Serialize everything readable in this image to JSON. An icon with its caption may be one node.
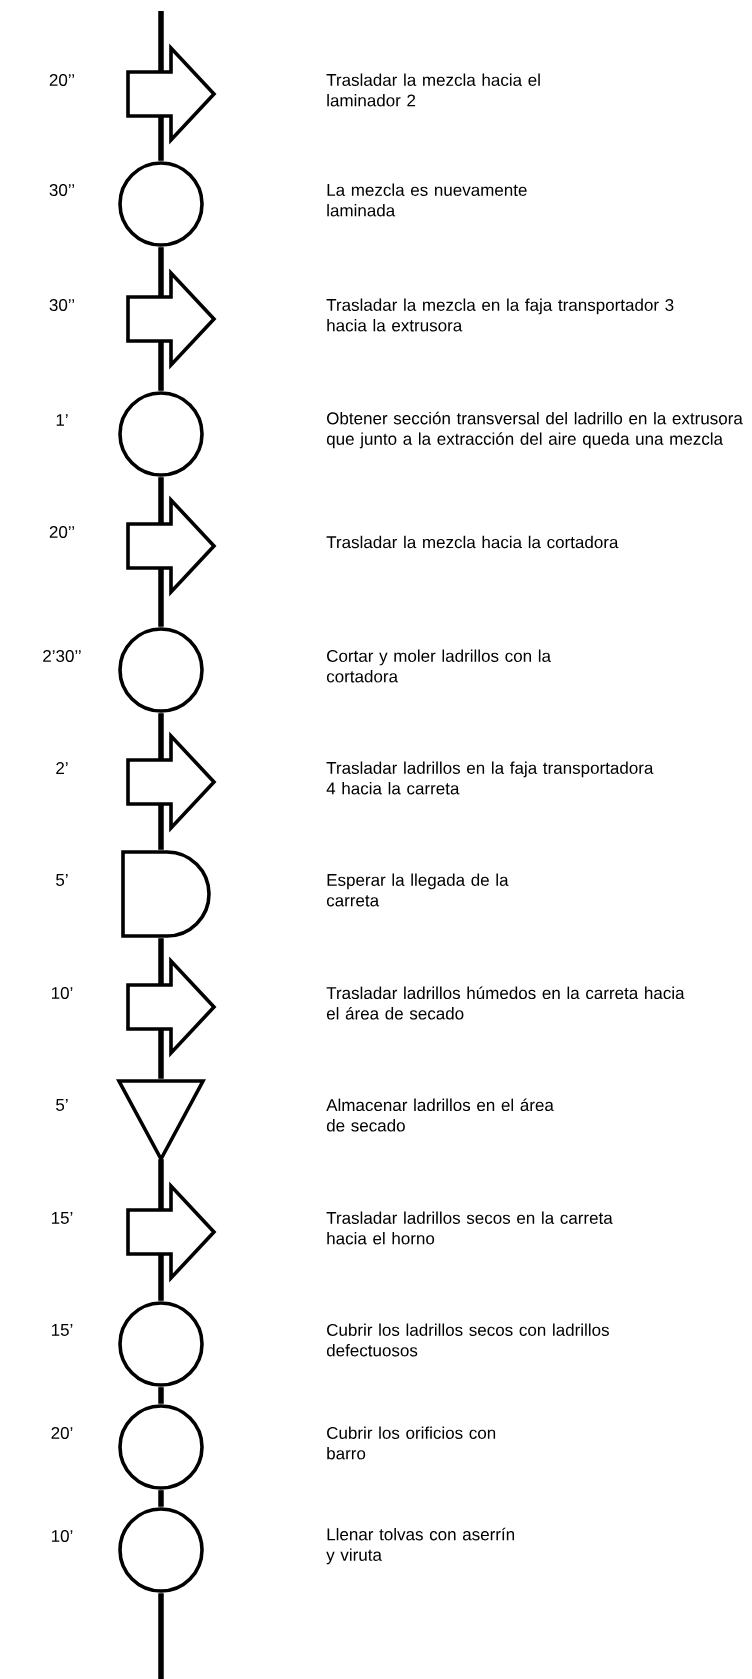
{
  "diagram": {
    "nodes": [
      {
        "text": [],
        "shape": "arrow",
        "beside": [
          "20’’"
        ]
      },
      {
        "text": [],
        "shape": "circle",
        "beside": [
          "30’’"
        ]
      },
      {
        "text": [],
        "shape": "arrow",
        "beside": [
          "30’’"
        ]
      },
      {
        "text": [],
        "shape": "circle",
        "beside": [
          "1’"
        ]
      },
      {
        "text": [],
        "shape": "arrow",
        "beside": [
          "20’’"
        ]
      },
      {
        "text": [],
        "shape": "circle",
        "beside": [
          "2’30’’"
        ]
      },
      {
        "text": [],
        "shape": "arrow",
        "beside": [
          "2’"
        ]
      },
      {
        "text": [],
        "shape": "delay",
        "beside": [
          "5’"
        ]
      },
      {
        "text": [],
        "shape": "arrow",
        "beside": [
          "10’"
        ]
      },
      {
        "text": [],
        "shape": "triangle",
        "beside": [
          "5’"
        ]
      },
      {
        "text": [],
        "shape": "arrow",
        "beside": [
          "15’"
        ]
      },
      {
        "text": [],
        "shape": "circle",
        "beside": [
          "15’"
        ]
      },
      {
        "text": [],
        "shape": "circle",
        "beside": [
          "20’"
        ]
      },
      {
        "text": [],
        "shape": "circle",
        "beside": [
          "10’"
        ]
      }
    ],
    "edges": [
      {
        "from": null,
        "to": 0,
        "arrow": "none"
      },
      {
        "from": 0,
        "to": 1,
        "arrow": "none"
      },
      {
        "from": 1,
        "to": 2,
        "arrow": "none"
      },
      {
        "from": 2,
        "to": 3,
        "arrow": "none"
      },
      {
        "from": 3,
        "to": 4,
        "arrow": "none"
      },
      {
        "from": 4,
        "to": 5,
        "arrow": "none"
      },
      {
        "from": 5,
        "to": 6,
        "arrow": "none"
      },
      {
        "from": 6,
        "to": 7,
        "arrow": "none"
      },
      {
        "from": 7,
        "to": 8,
        "arrow": "none"
      },
      {
        "from": 8,
        "to": 9,
        "arrow": "none"
      },
      {
        "from": 9,
        "to": 10,
        "arrow": "none"
      },
      {
        "from": 10,
        "to": 11,
        "arrow": "none"
      },
      {
        "from": 11,
        "to": 12,
        "arrow": "none"
      },
      {
        "from": 12,
        "to": 13,
        "arrow": "none"
      },
      {
        "from": 13,
        "to": null,
        "arrow": "none"
      }
    ],
    "labels": [
      "Trasladar la mezcla hacia el laminador 2",
      "La mezcla es nuevamente laminada",
      "Trasladar la mezcla en la faja transportador 3 hacia la extrusora",
      "Obtener sección transversal del ladrillo en la extrusora que junto a la extracción del aire queda una mezcla",
      "Trasladar la mezcla hacia la cortadora",
      "Cortar y moler ladrillos con la cortadora",
      "Trasladar ladrillos en la faja transportadora 4 hacia la carreta",
      "Esperar la llegada de la carreta",
      "Trasladar ladrillos húmedos en la carreta hacia el área de secado",
      "Almacenar ladrillos en el área de secado",
      "Trasladar ladrillos secos en la carreta hacia el horno",
      "Cubrir los ladrillos secos con ladrillos defectuosos",
      "Cubrir los orificios con barro",
      "Llenar tolvas con aserrín y viruta"
    ]
  }
}
